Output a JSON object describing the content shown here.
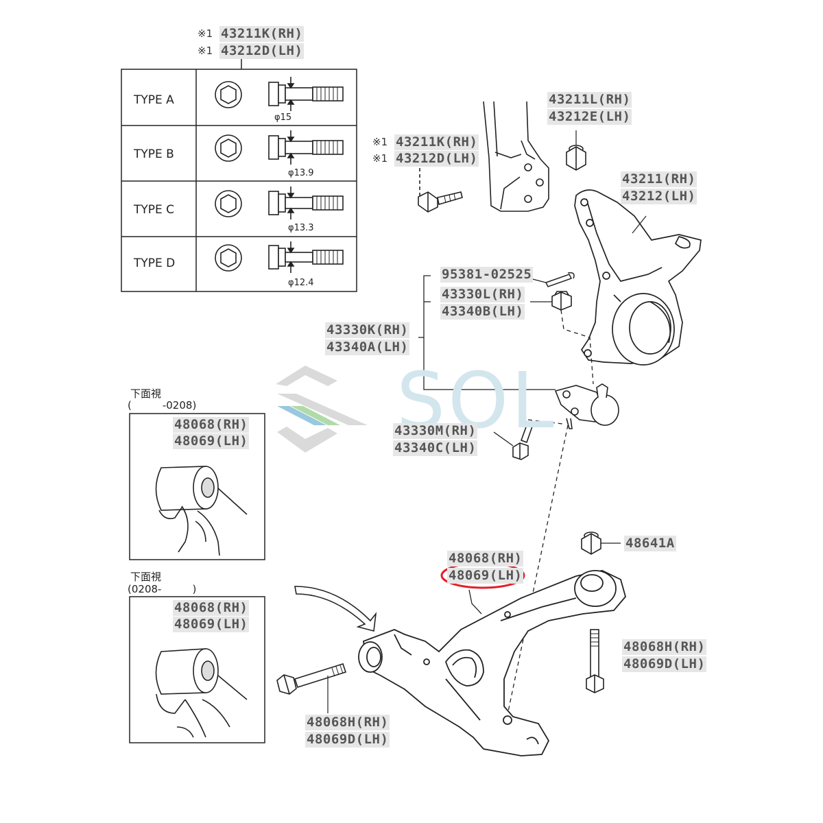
{
  "table": {
    "header_parts": [
      {
        "mark": "※1",
        "number": "43211K",
        "side": "(RH)"
      },
      {
        "mark": "※1",
        "number": "43212D",
        "side": "(LH)"
      }
    ],
    "rows": [
      {
        "type": "TYPE A",
        "diameter": "φ15"
      },
      {
        "type": "TYPE B",
        "diameter": "φ13.9"
      },
      {
        "type": "TYPE C",
        "diameter": "φ13.3"
      },
      {
        "type": "TYPE D",
        "diameter": "φ12.4"
      }
    ]
  },
  "labels": {
    "nut_top_rh": "43211L(RH)",
    "nut_top_lh": "43212E(LH)",
    "bolt_mark_1": "※1",
    "bolt_rh": "43211K(RH)",
    "bolt_mark_2": "※1",
    "bolt_lh": "43212D(LH)",
    "knuckle_rh": "43211(RH)",
    "knuckle_lh": "43212(LH)",
    "cotter_pin": "95381-02525",
    "balljoint_nut_rh": "43330L(RH)",
    "balljoint_nut_lh": "43340B(LH)",
    "balljoint_rh": "43330K(RH)",
    "balljoint_lh": "43340A(LH)",
    "balljoint_bolt_rh": "43330M(RH)",
    "balljoint_bolt_lh": "43340C(LH)",
    "arm_rh": "48068(RH)",
    "arm_lh": "48069(LH)",
    "nut_48641A": "48641A",
    "arm_bolt_right_rh": "48068H(RH)",
    "arm_bolt_right_lh": "48069D(LH)",
    "arm_bolt_bottom_rh": "48068H(RH)",
    "arm_bolt_bottom_lh": "48069D(LH)"
  },
  "insets": [
    {
      "view": "下面視",
      "range": "(　　　-0208)",
      "label_rh": "48068(RH)",
      "label_lh": "48069(LH)"
    },
    {
      "view": "下面視",
      "range": "(0208-　　　)",
      "label_rh": "48068(RH)",
      "label_lh": "48069(LH)"
    }
  ],
  "watermark": "SOL",
  "colors": {
    "line": "#222222",
    "label_bg": "#e6e6e6",
    "label_text": "#555555",
    "highlight_circle": "#e0202a",
    "watermark_text": "#d3e6ee",
    "watermark_logo_grey": "#d6d6d6",
    "watermark_logo_blue": "#8ec3dc",
    "watermark_logo_green": "#a8d8a0"
  }
}
